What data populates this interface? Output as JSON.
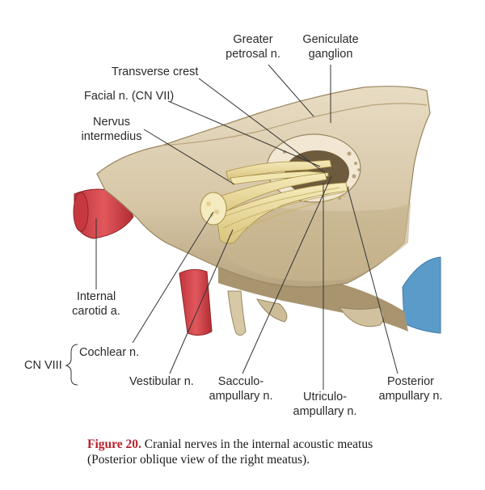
{
  "labels": {
    "greater_petrosal": [
      "Greater",
      "petrosal n."
    ],
    "geniculate_ganglion": [
      "Geniculate",
      "ganglion"
    ],
    "transverse_crest": "Transverse crest",
    "facial_n": "Facial n. (CN VII)",
    "nervus_intermedius": [
      "Nervus",
      "intermedius"
    ],
    "internal_carotid": [
      "Internal",
      "carotid a."
    ],
    "cn_viii": "CN VIII",
    "cochlear_n": "Cochlear n.",
    "vestibular_n": "Vestibular n.",
    "sacculo_ampullary": [
      "Sacculo-",
      "ampullary n."
    ],
    "utriculo_ampullary": [
      "Utriculo-",
      "ampullary n."
    ],
    "posterior_ampullary": [
      "Posterior",
      "ampullary n."
    ]
  },
  "caption": {
    "figure": "Figure 20.",
    "text_line1": " Cranial nerves in the internal acoustic meatus",
    "text_line2": "(Posterior oblique view of the right meatus)."
  },
  "colors": {
    "bone": "#dccdb0",
    "bone_shadow": "#b9a684",
    "nerve": "#ecdc9c",
    "artery": "#d8454a",
    "vein": "#5b9bc9",
    "caption_accent": "#b5222d"
  }
}
